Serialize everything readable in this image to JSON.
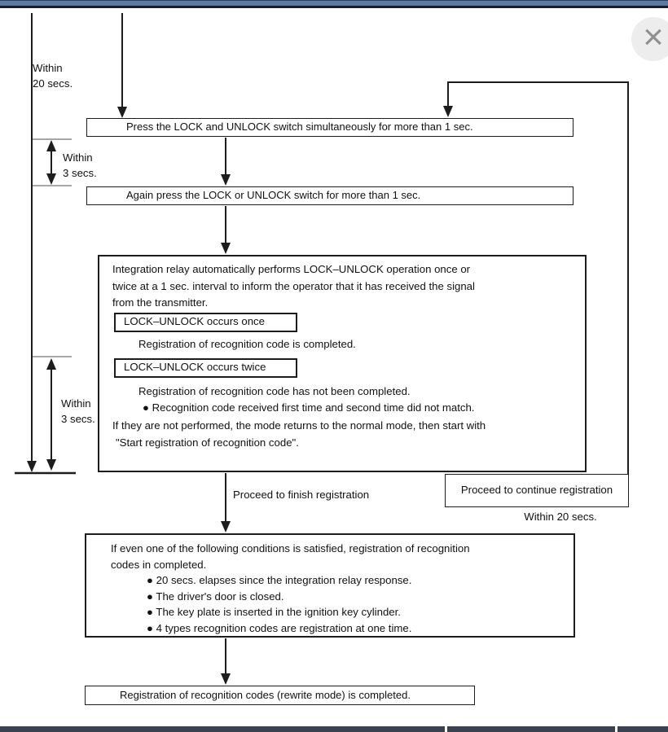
{
  "window": {
    "close_glyph": "×"
  },
  "diagram": {
    "timers": {
      "top": {
        "line1": "Within",
        "line2": "20 secs."
      },
      "between": {
        "line1": "Within",
        "line2": "3 secs."
      },
      "response": {
        "line1": "Within",
        "line2": "3 secs."
      },
      "loop": "Within 20 secs."
    },
    "steps": {
      "press_both": "Press the LOCK and UNLOCK switch simultaneously for more than 1 sec.",
      "press_again": "Again press the LOCK or UNLOCK switch for more than 1 sec.",
      "final": "Registration of recognition codes (rewrite mode) is completed."
    },
    "relay": {
      "intro": [
        "Integration relay automatically performs LOCK–UNLOCK operation once or",
        "twice at a 1 sec. interval to inform the operator that it has received the signal",
        "from the transmitter."
      ],
      "occurs_once": "LOCK–UNLOCK occurs once",
      "once_caption": "Registration of recognition code is completed.",
      "occurs_twice": "LOCK–UNLOCK occurs twice",
      "twice_caption": "Registration of recognition code has not been completed.",
      "twice_bullet": "● Recognition code received first time and second time did not match.",
      "fallback": [
        "If they are not performed, the mode returns to the normal mode, then start with",
        "\"Start registration of recognition code\"."
      ]
    },
    "labels": {
      "finish": "Proceed to finish registration",
      "continue": "Proceed to continue registration"
    },
    "conditions": {
      "intro": [
        "If even one of the following conditions is satisfied, registration of recognition",
        "codes in completed."
      ],
      "bullets": [
        "● 20 secs. elapses since the integration relay response.",
        "● The driver's door is closed.",
        "● The key plate is inserted in the ignition key cylinder.",
        "● 4 types recognition codes are registration at one time."
      ]
    }
  }
}
